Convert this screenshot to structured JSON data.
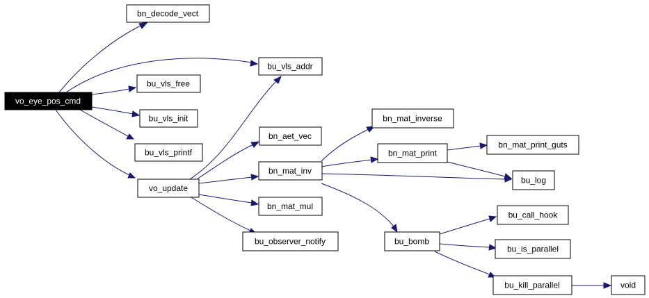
{
  "colors": {
    "edge": "#191970",
    "node_border": "#000000",
    "root_fill": "#000000",
    "root_text": "#ffffff"
  },
  "nodes": {
    "vo_eye_pos_cmd": "vo_eye_pos_cmd",
    "bn_decode_vect": "bn_decode_vect",
    "bu_vls_addr": "bu_vls_addr",
    "bu_vls_free": "bu_vls_free",
    "bu_vls_init": "bu_vls_init",
    "bu_vls_printf": "bu_vls_printf",
    "vo_update": "vo_update",
    "bn_aet_vec": "bn_aet_vec",
    "bn_mat_inv": "bn_mat_inv",
    "bn_mat_mul": "bn_mat_mul",
    "bu_observer_notify": "bu_observer_notify",
    "bn_mat_inverse": "bn_mat_inverse",
    "bn_mat_print": "bn_mat_print",
    "bn_mat_print_guts": "bn_mat_print_guts",
    "bu_log": "bu_log",
    "bu_bomb": "bu_bomb",
    "bu_call_hook": "bu_call_hook",
    "bu_is_parallel": "bu_is_parallel",
    "bu_kill_parallel": "bu_kill_parallel",
    "void": "void"
  },
  "edges": [
    [
      "vo_eye_pos_cmd",
      "bn_decode_vect"
    ],
    [
      "vo_eye_pos_cmd",
      "bu_vls_addr"
    ],
    [
      "vo_eye_pos_cmd",
      "bu_vls_free"
    ],
    [
      "vo_eye_pos_cmd",
      "bu_vls_init"
    ],
    [
      "vo_eye_pos_cmd",
      "bu_vls_printf"
    ],
    [
      "vo_eye_pos_cmd",
      "vo_update"
    ],
    [
      "vo_update",
      "bu_vls_addr"
    ],
    [
      "vo_update",
      "bn_aet_vec"
    ],
    [
      "vo_update",
      "bn_mat_inv"
    ],
    [
      "vo_update",
      "bn_mat_mul"
    ],
    [
      "vo_update",
      "bu_observer_notify"
    ],
    [
      "bn_mat_inv",
      "bn_mat_inverse"
    ],
    [
      "bn_mat_inv",
      "bn_mat_print"
    ],
    [
      "bn_mat_inv",
      "bu_log"
    ],
    [
      "bn_mat_inv",
      "bu_bomb"
    ],
    [
      "bn_mat_print",
      "bn_mat_print_guts"
    ],
    [
      "bn_mat_print",
      "bu_log"
    ],
    [
      "bu_bomb",
      "bu_call_hook"
    ],
    [
      "bu_bomb",
      "bu_is_parallel"
    ],
    [
      "bu_bomb",
      "bu_kill_parallel"
    ],
    [
      "bu_kill_parallel",
      "void"
    ]
  ]
}
